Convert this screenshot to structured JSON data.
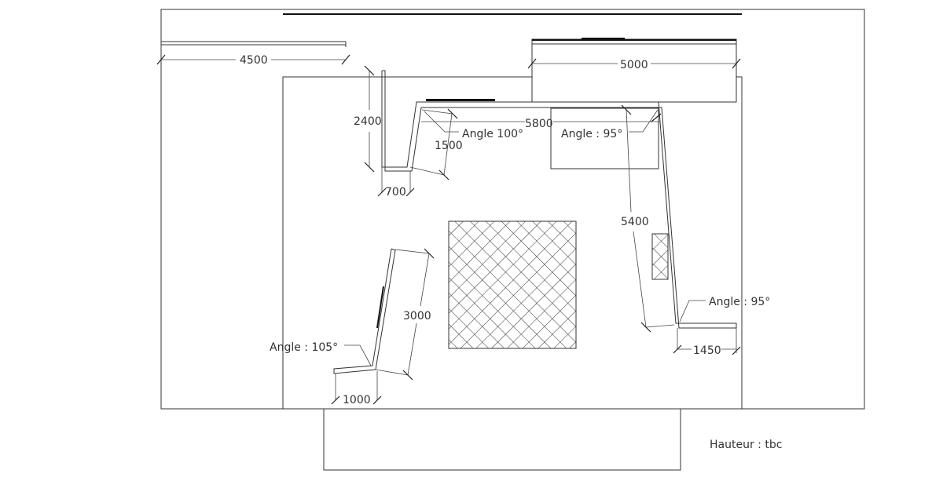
{
  "drawing": {
    "dimensions": {
      "left_wall": "4500",
      "top_right": "5000",
      "left_return": "2400",
      "return_depth": "700",
      "slant_left": "1500",
      "top_run": "5800",
      "right_run": "5400",
      "right_return": "1450",
      "island_length": "3000",
      "island_return": "1000"
    },
    "angles": {
      "top_left": "Angle 100°",
      "top_right": "Angle : 95°",
      "bottom_right": "Angle : 95°",
      "island": "Angle : 105°"
    },
    "height_note": "Hauteur : tbc"
  }
}
